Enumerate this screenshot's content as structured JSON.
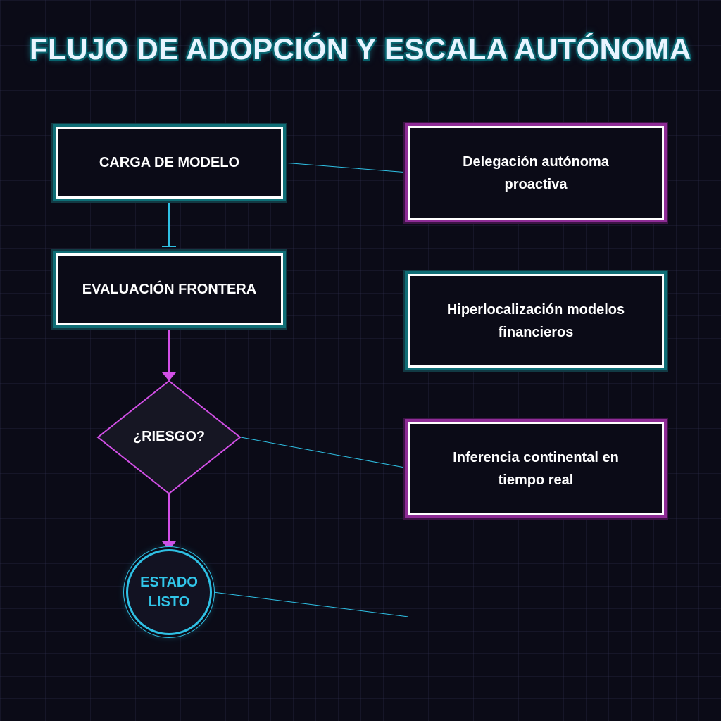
{
  "title": "FLUJO DE ADOPCIÓN Y ESCALA AUTÓNOMA",
  "colors": {
    "background": "#0b0b17",
    "teal": "#2fc0e4",
    "magenta": "#d24fe6",
    "text": "#ffffff"
  },
  "flow": {
    "step1": "CARGA DE MODELO",
    "step2": "EVALUACIÓN FRONTERA",
    "decision": "¿RIESGO?",
    "end_line1": "ESTADO",
    "end_line2": "LISTO"
  },
  "cards": {
    "card1_line1": "Delegación autónoma",
    "card1_line2": "proactiva",
    "card2_line1": "Hiperlocalización modelos",
    "card2_line2": "financieros",
    "card3_line1": "Inferencia continental en",
    "card3_line2": "tiempo real"
  }
}
